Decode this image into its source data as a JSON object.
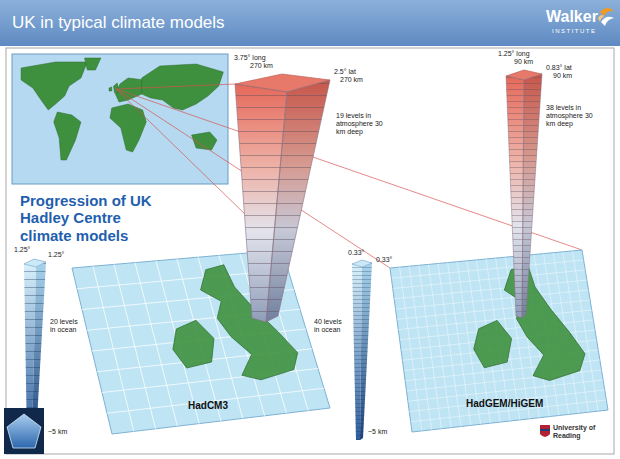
{
  "diagram": {
    "title": "UK in typical climate models",
    "nodes": [
      {
        "text": [
          "HadCM3"
        ]
      },
      {
        "text": [
          "HadGEM/HiGEM"
        ]
      }
    ],
    "labels": [
      "Walker",
      "INSTITUTE",
      "Progression of UK Hadley Centre climate models",
      "3.75° long",
      "270 km",
      "2.5° lat",
      "270 km",
      "19 levels in atmosphere 30 km deep",
      "1.25°",
      "1.25°",
      "20 levels in ocean",
      "~5 km",
      "1.25° long",
      "90 km",
      "0.83° lat",
      "90 km",
      "38 levels in atmosphere 30 km deep",
      "0.33°",
      "0.33°",
      "40 levels in ocean",
      "~5 km",
      "University of Reading"
    ]
  }
}
